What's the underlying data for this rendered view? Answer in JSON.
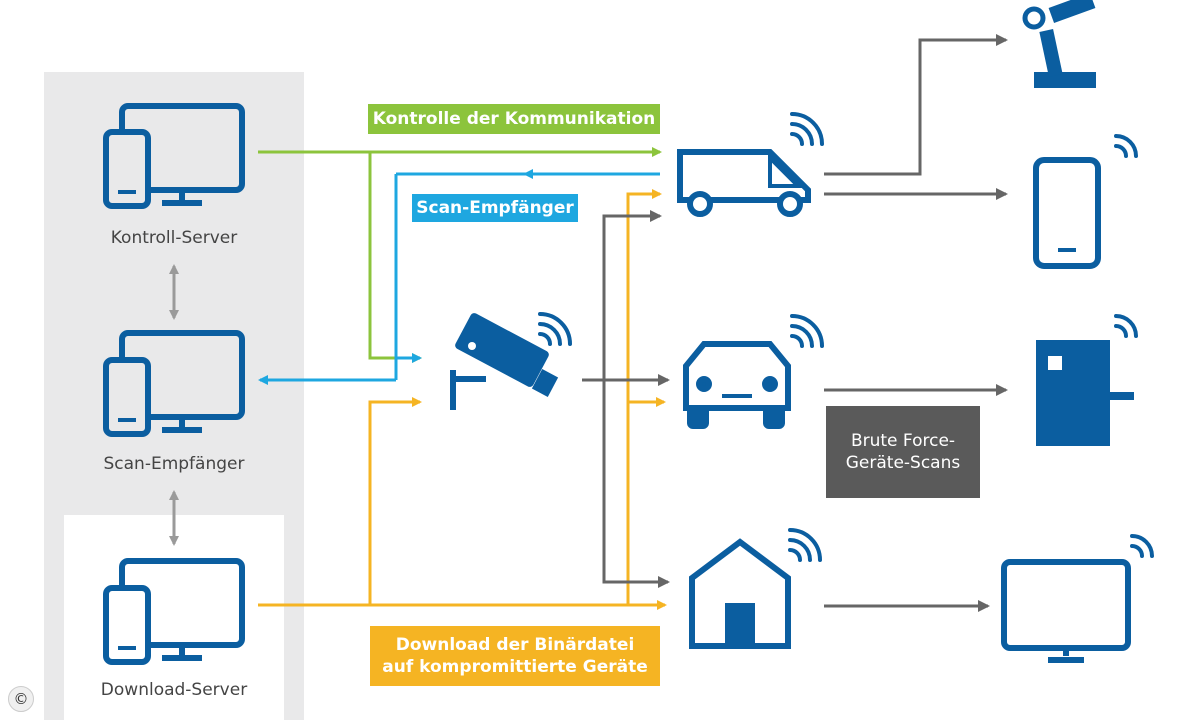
{
  "servers": {
    "control": "Kontroll-Server",
    "scan": "Scan-Empfänger",
    "download": "Download-Server"
  },
  "tags": {
    "control": "Kontrolle der Kommunikation",
    "scan": "Scan-Empfänger",
    "download_line1": "Download der Binärdatei",
    "download_line2": "auf kompromittierte Geräte",
    "brute_line1": "Brute Force-",
    "brute_line2": "Geräte-Scans"
  },
  "copyright": "©",
  "colors": {
    "icon": "#0b5ea0",
    "green": "#8cc43c",
    "blue": "#1ea7e0",
    "yellow": "#f5b423",
    "gray_arrow": "#666666",
    "panel": "#e9e9ea",
    "brute_box": "#5a5a5a"
  }
}
